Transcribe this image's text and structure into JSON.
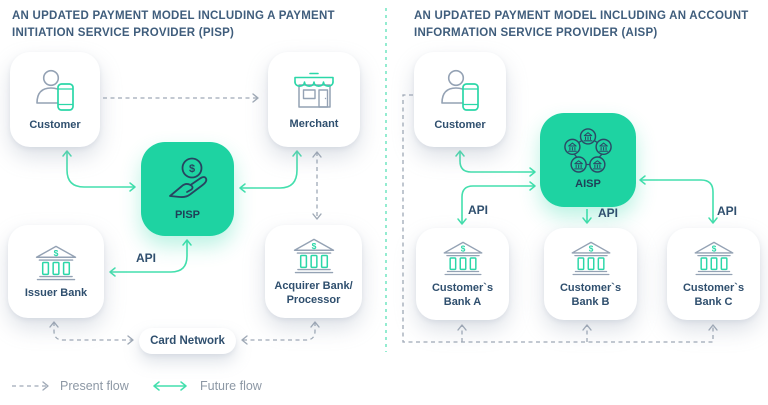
{
  "panels": {
    "pisp": {
      "title": "AN UPDATED PAYMENT MODEL INCLUDING A PAYMENT INITIATION SERVICE PROVIDER (PISP)",
      "customer": "Customer",
      "merchant": "Merchant",
      "provider": "PISP",
      "issuer_bank": "Issuer Bank",
      "acquirer_line1": "Acquirer Bank/",
      "acquirer_line2": "Processor",
      "card_network": "Card Network",
      "api": "API"
    },
    "aisp": {
      "title": "AN UPDATED PAYMENT MODEL INCLUDING AN ACCOUNT INFORMATION SERVICE PROVIDER (AISP)",
      "customer": "Customer",
      "provider": "AISP",
      "bank_a_line1": "Customer`s",
      "bank_a_line2": "Bank A",
      "bank_b_line1": "Customer`s",
      "bank_b_line2": "Bank B",
      "bank_c_line1": "Customer`s",
      "bank_c_line2": "Bank C",
      "api": "API"
    }
  },
  "legend": {
    "present": "Present flow",
    "future": "Future flow"
  },
  "icons": {
    "dollar": "$",
    "customer": "person-with-phone-icon",
    "merchant": "storefront-icon",
    "pisp": "hand-holding-coin-icon",
    "aisp": "bank-network-icon",
    "bank": "bank-building-icon"
  },
  "colors": {
    "accent_green": "#1ed3a2",
    "arrow_green": "#43dfad",
    "icon_teal": "#2bd7a8",
    "dash_gray": "#9fa9b6",
    "text_navy": "#2f4f6e",
    "title_navy": "#3f5d7c",
    "icon_gray": "#94a2b4",
    "legend_gray": "#8d98a5"
  }
}
